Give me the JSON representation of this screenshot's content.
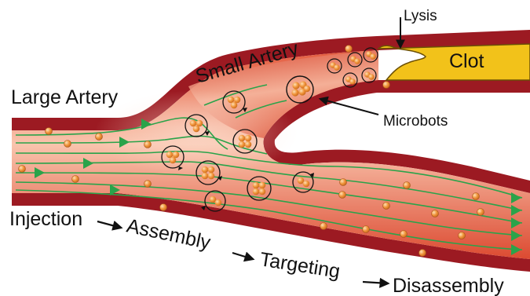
{
  "labels": {
    "large_artery": "Large Artery",
    "small_artery": "Small Artery",
    "lysis": "Lysis",
    "clot": "Clot",
    "microbots": "Microbots"
  },
  "process_steps": [
    "Injection",
    "Assembly",
    "Targeting",
    "Disassembly"
  ],
  "colors": {
    "vessel_wall": "#9c1a22",
    "blood": "#e0573e",
    "blood_center": "#fbd0bc",
    "flow_lines": "#2aa34a",
    "clot": "#f2c21a",
    "particles": "#f0943a",
    "text": "#111111"
  },
  "icons": {
    "flow_arrow": "green-triangle-arrow-icon",
    "rotation": "rotation-arrow-icon",
    "pointer": "black-arrow-icon"
  }
}
